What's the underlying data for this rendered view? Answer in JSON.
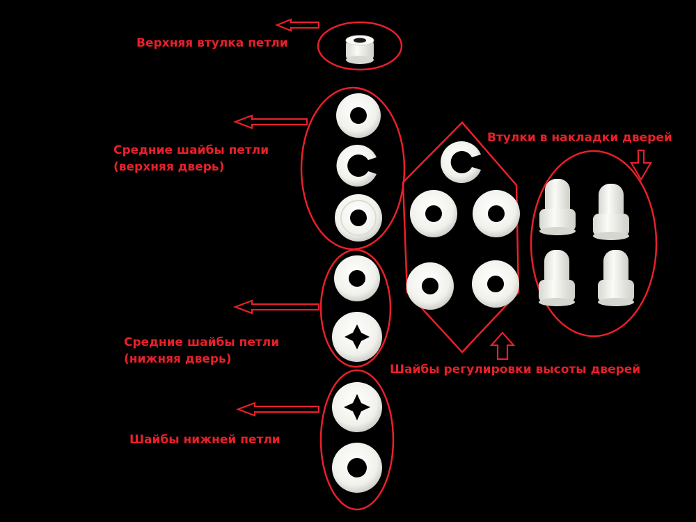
{
  "colors": {
    "background": "#000000",
    "accent": "#e8202a",
    "part": "#f2f2ee",
    "part_shadow": "#cfd0cb"
  },
  "labels": {
    "top_bushing": "Верхняя втулка петли",
    "middle_upper_line1": "Средние шайбы петли",
    "middle_upper_line2": "(верхняя дверь)",
    "door_trim_bushings": "Втулки в накладки дверей",
    "middle_lower_line1": "Средние шайбы петли",
    "middle_lower_line2": "(нижняя дверь)",
    "height_washers": "Шайбы регулировки высоты дверей",
    "bottom_hinge": "Шайбы нижней петли"
  },
  "icons": [
    "arrow-left-outline-icon",
    "arrow-down-outline-icon",
    "arrow-up-outline-icon"
  ]
}
